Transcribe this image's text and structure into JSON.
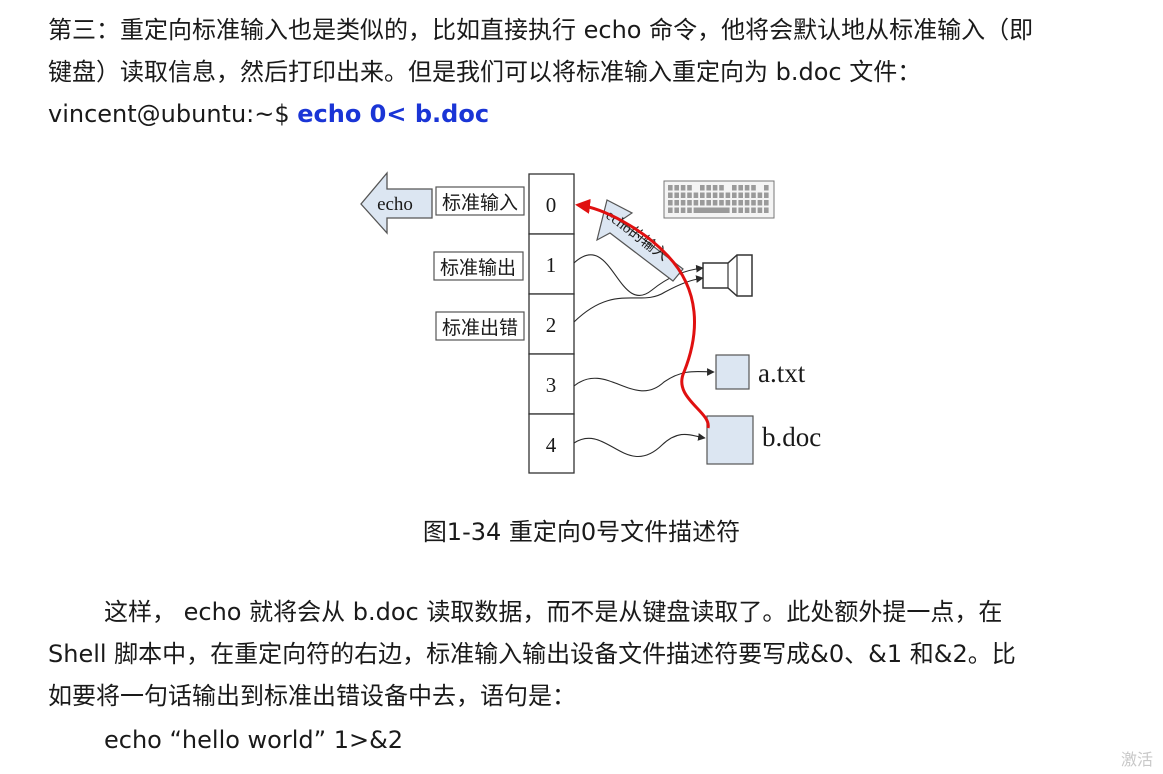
{
  "paragraph1": {
    "line1": "第三：重定向标准输入也是类似的，比如直接执行 echo 命令，他将会默认地从标准输入（即",
    "line2": "键盘）读取信息，然后打印出来。但是我们可以将标准输入重定向为 b.doc 文件："
  },
  "command": {
    "prompt": "vincent@ubuntu:~$ ",
    "text": "echo 0< b.doc"
  },
  "figure": {
    "echo_label": "echo",
    "fd_labels": [
      "标准输入",
      "标准输出",
      "标准出错"
    ],
    "fds": [
      "0",
      "1",
      "2",
      "3",
      "4"
    ],
    "arrow_label": "echo的输入",
    "file_a": "a.txt",
    "file_b": "b.doc",
    "accent_color": "#e01010",
    "file_fill": "#dce6f2"
  },
  "caption": "图1-34  重定向0号文件描述符",
  "paragraph2": {
    "line1": "这样，  echo 就将会从 b.doc 读取数据，而不是从键盘读取了。此处额外提一点，在",
    "line2": "Shell 脚本中，在重定向符的右边，标准输入输出设备文件描述符要写成&0、&1 和&2。比",
    "line3": "如要将一句话输出到标准出错设备中去，语句是："
  },
  "code_line": "echo “hello world” 1>&2",
  "watermark": "激活"
}
